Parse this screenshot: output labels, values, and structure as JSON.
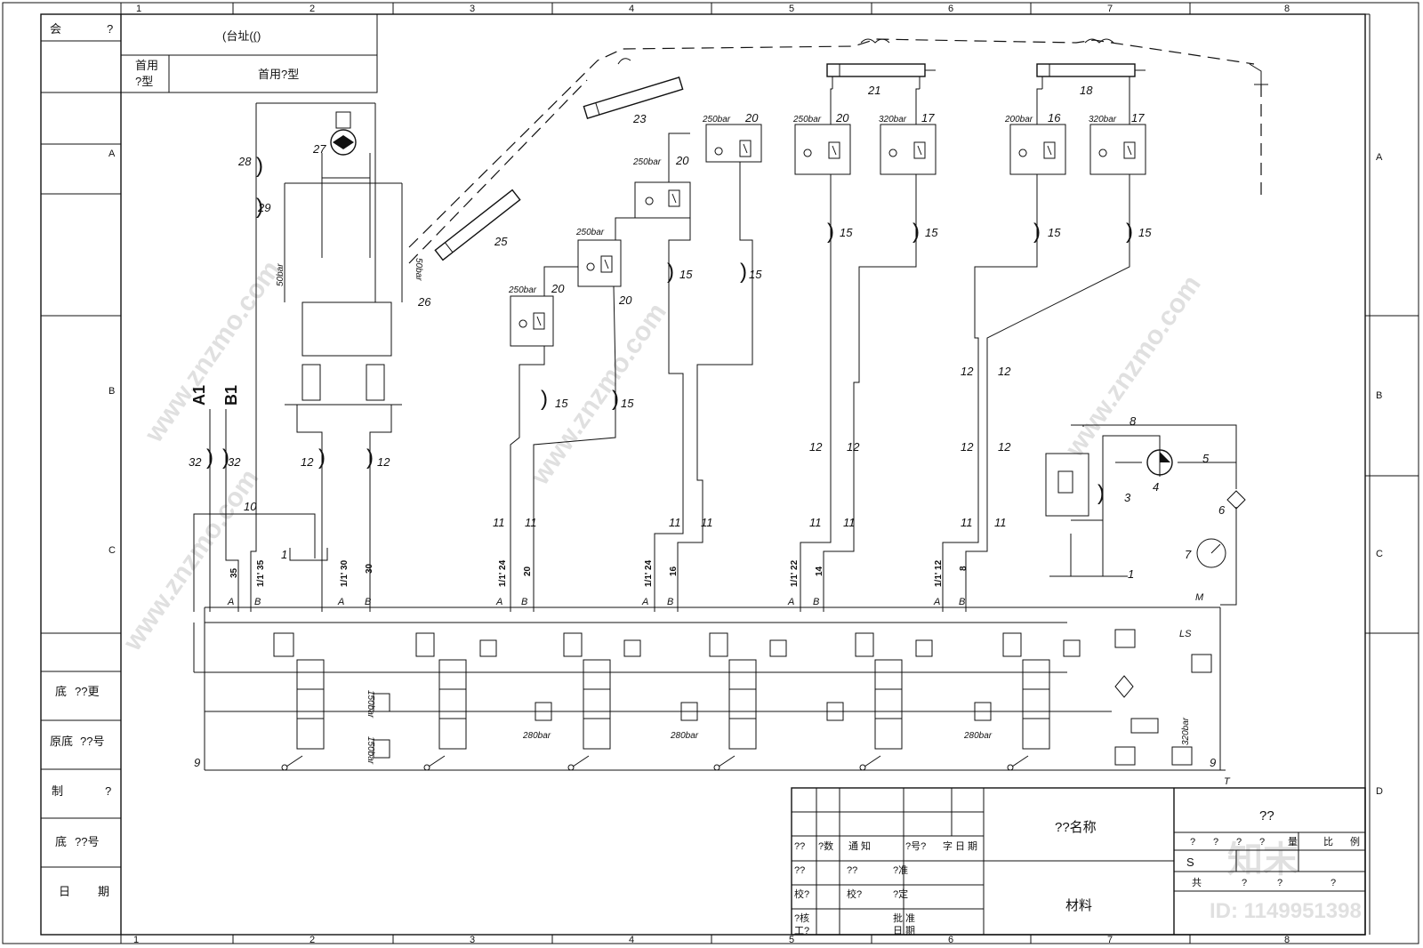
{
  "sheet": {
    "column_numbers": [
      "1",
      "2",
      "3",
      "4",
      "5",
      "6",
      "7",
      "8"
    ],
    "row_letters": [
      "A",
      "B",
      "C",
      "D"
    ]
  },
  "left_strip": {
    "top_label_a": "会",
    "top_label_b": "?",
    "rows": [
      {
        "a": "底",
        "b": "??更"
      },
      {
        "a": "原底",
        "b": "??号"
      },
      {
        "a": "制",
        "b": "?"
      },
      {
        "a": "底",
        "b": "??号"
      },
      {
        "a": "日",
        "b": "期"
      }
    ]
  },
  "header_box": {
    "title": "(台址(̤()",
    "row_label_line1": "首用",
    "row_label_line2": "?型",
    "row_value": "首用?型"
  },
  "title_block": {
    "drawing_name": "??名称",
    "material": "材料",
    "top_right": "??",
    "grid_row1": [
      "??",
      "?数",
      "通 知",
      "?号?",
      "字",
      "日 期"
    ],
    "grid_row2": [
      "??",
      "??",
      "?准"
    ],
    "grid_row3": [
      "校?",
      "校?",
      "?定"
    ],
    "grid_row4": [
      "?核",
      "批 准"
    ],
    "grid_row5": [
      "工?",
      "日 期"
    ],
    "right_row1": [
      "?",
      "?",
      "?",
      "?",
      "量",
      "比",
      "例"
    ],
    "right_row2": [
      "S"
    ],
    "right_row3": [
      "共",
      "?",
      "?",
      "?"
    ]
  },
  "watermark": {
    "logo": "知末",
    "id_text": "ID: 1149951398",
    "site": "www.znzmo.com"
  },
  "port_labels": {
    "a1": "A1",
    "b1": "B1",
    "a": "A",
    "b": "B",
    "m": "M",
    "ls": "LS",
    "t": "T"
  },
  "pressures": {
    "p250": "250bar",
    "p320": "320bar",
    "p200": "200bar",
    "p280": "280bar",
    "p150": "150bar",
    "p50": "50bar"
  },
  "part_numbers": {
    "n1": "1",
    "n3": "3",
    "n4": "4",
    "n5": "5",
    "n6": "6",
    "n7": "7",
    "n8": "8",
    "n9": "9",
    "n10": "10",
    "n11": "11",
    "n12": "12",
    "n15": "15",
    "n16": "16",
    "n17": "17",
    "n18": "18",
    "n20": "20",
    "n21": "21",
    "n23": "23",
    "n25": "25",
    "n26": "26",
    "n27": "27",
    "n28": "28",
    "n29": "29",
    "n32": "32"
  },
  "pipe_specs": [
    {
      "spec": "35",
      "size": "1/1' 35"
    },
    {
      "spec": "30",
      "size": "1/1' 30"
    },
    {
      "spec": "20",
      "size": "1/1' 24"
    },
    {
      "spec": "16",
      "size": "1/1' 24"
    },
    {
      "spec": "14",
      "size": "1/1' 22"
    },
    {
      "spec": "8",
      "size": "1/1' 12"
    }
  ]
}
